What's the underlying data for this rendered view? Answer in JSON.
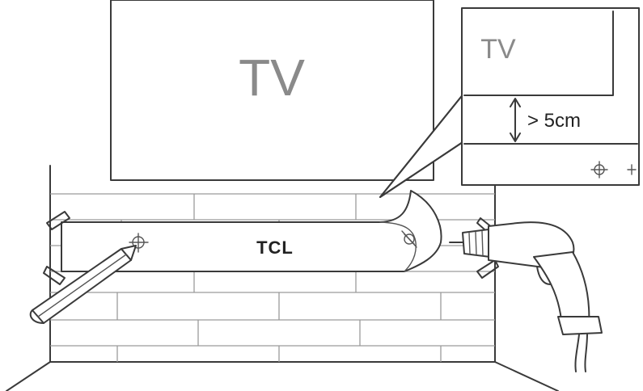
{
  "diagram": {
    "tv_label": "TV",
    "inset": {
      "tv_label": "TV",
      "clearance_label": "> 5cm"
    },
    "template_brand": "TCL"
  },
  "icons": {
    "pencil": "pencil-icon",
    "drill": "drill-icon",
    "crosshair": "crosshair-mark-icon",
    "screw": "screw-icon"
  }
}
